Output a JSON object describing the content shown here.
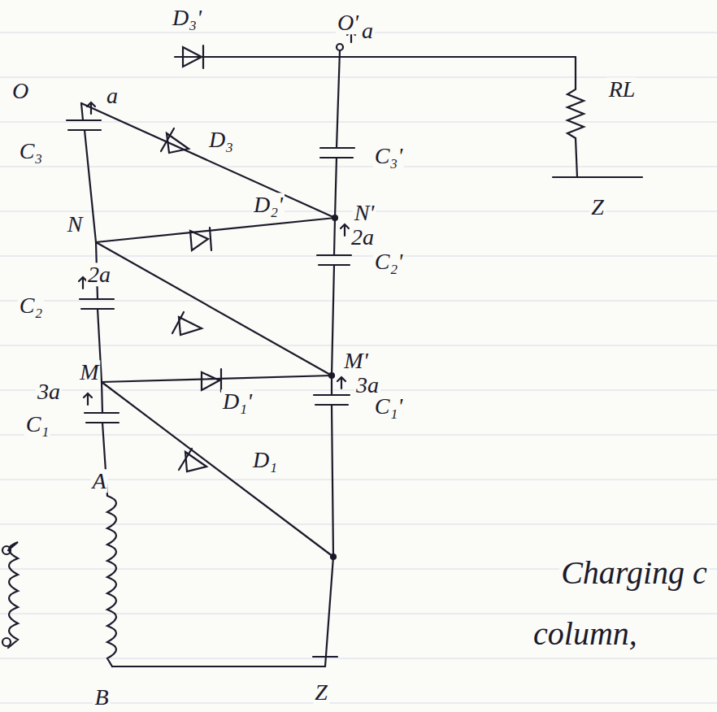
{
  "diagram": {
    "labels": [
      "D₃'",
      "O'",
      "a",
      "C₃'",
      "RL",
      "Z",
      "O",
      "a",
      "C₃",
      "D₃",
      "D₂'",
      "N'",
      "2a",
      "N",
      "2a",
      "C₂",
      "C₂'",
      "M",
      "M'",
      "3a",
      "3a",
      "D₁'",
      "C₁'",
      "C₁",
      "D₁",
      "A",
      "B",
      "Z",
      "Charging c",
      "column,"
    ]
  }
}
